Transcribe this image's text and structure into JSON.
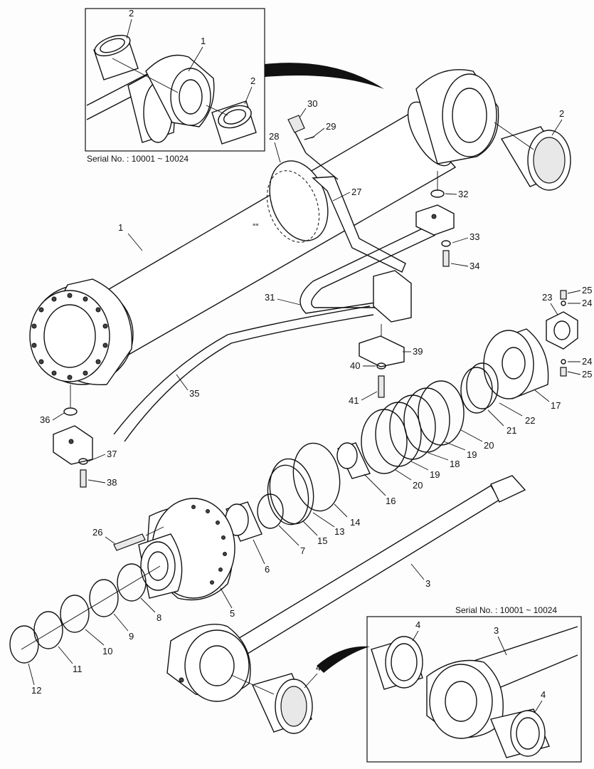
{
  "inset_top": {
    "serial_label": "Serial No. : 10001 ~ 10024",
    "callouts": [
      "2",
      "1",
      "2"
    ]
  },
  "inset_bottom": {
    "serial_label": "Serial No. : 10001 ~ 10024",
    "callouts": [
      "4",
      "3",
      "4"
    ]
  },
  "callouts": {
    "c1": "1",
    "c2": "2",
    "c3": "3",
    "c4": "4",
    "c5": "5",
    "c6": "6",
    "c7": "7",
    "c8": "8",
    "c9": "9",
    "c10": "10",
    "c11": "11",
    "c12": "12",
    "c13": "13",
    "c14": "14",
    "c15": "15",
    "c16": "16",
    "c17": "17",
    "c18": "18",
    "c19a": "19",
    "c19b": "19",
    "c20a": "20",
    "c20b": "20",
    "c21": "21",
    "c22": "22",
    "c23": "23",
    "c24a": "24",
    "c24b": "24",
    "c25a": "25",
    "c25b": "25",
    "c26": "26",
    "c27": "27",
    "c28": "28",
    "c29": "29",
    "c30": "30",
    "c31": "31",
    "c32": "32",
    "c33": "33",
    "c34": "34",
    "c35": "35",
    "c36": "36",
    "c37": "37",
    "c38": "38",
    "c39": "39",
    "c40": "40",
    "c41": "41"
  }
}
